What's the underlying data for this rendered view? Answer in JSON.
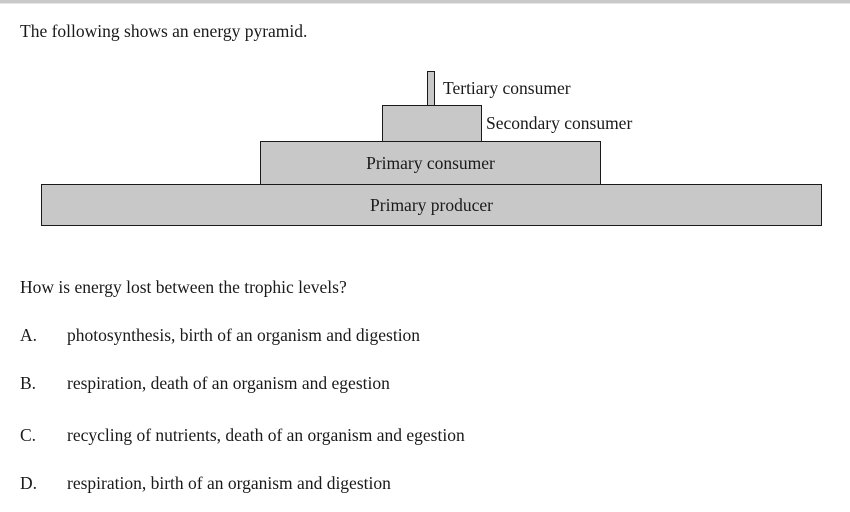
{
  "page": {
    "intro": "The following shows an energy pyramid.",
    "question": "How is energy lost between the trophic levels?"
  },
  "pyramid": {
    "bar_fill_color": "#c8c8c8",
    "bar_border_color": "#1a1a1a",
    "levels": [
      {
        "label": "Tertiary consumer",
        "label_position": "right-of-bar"
      },
      {
        "label": "Secondary consumer",
        "label_position": "right-of-bar"
      },
      {
        "label": "Primary consumer",
        "label_position": "inside-bar"
      },
      {
        "label": "Primary producer",
        "label_position": "inside-bar"
      }
    ]
  },
  "options": [
    {
      "letter": "A.",
      "text": "photosynthesis, birth of an organism and digestion"
    },
    {
      "letter": "B.",
      "text": "respiration, death of an organism and egestion"
    },
    {
      "letter": "C.",
      "text": "recycling of nutrients, death of an organism and egestion"
    },
    {
      "letter": "D.",
      "text": "respiration, birth of an organism and digestion"
    }
  ]
}
